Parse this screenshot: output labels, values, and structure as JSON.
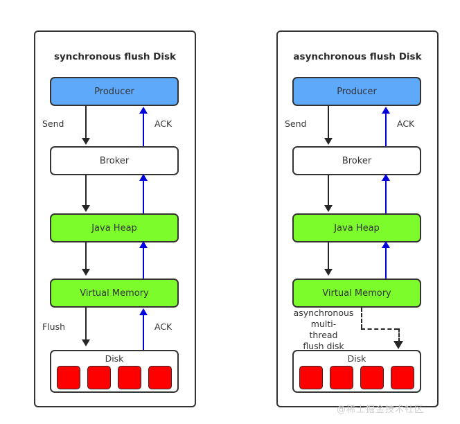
{
  "diagram": {
    "watermark": "@稀土掘金技术社区",
    "panels": [
      {
        "id": "synchronous",
        "title": "synchronous flush Disk",
        "nodes": {
          "producer": "Producer",
          "broker": "Broker",
          "heap": "Java Heap",
          "vmem": "Virtual Memory",
          "disk": "Disk"
        },
        "disk_cells": 4,
        "edge_labels": {
          "send": "Send",
          "ack_top": "ACK",
          "flush": "Flush",
          "ack_bottom": "ACK"
        }
      },
      {
        "id": "asynchronous",
        "title": "asynchronous flush Disk",
        "nodes": {
          "producer": "Producer",
          "broker": "Broker",
          "heap": "Java Heap",
          "vmem": "Virtual Memory",
          "disk": "Disk"
        },
        "disk_cells": 4,
        "edge_labels": {
          "send": "Send",
          "ack_top": "ACK",
          "async_line1": "asynchronous multi-",
          "async_line2": "thread",
          "async_line3": "flush disk"
        }
      }
    ],
    "colors": {
      "producer": "#5EA9FA",
      "heap": "#7CFC2A",
      "vmem": "#7CFC2A",
      "disk_cell": "#FF0000",
      "flow_down": "#262626",
      "ack_up": "#0000DD",
      "border": "#333333"
    }
  }
}
